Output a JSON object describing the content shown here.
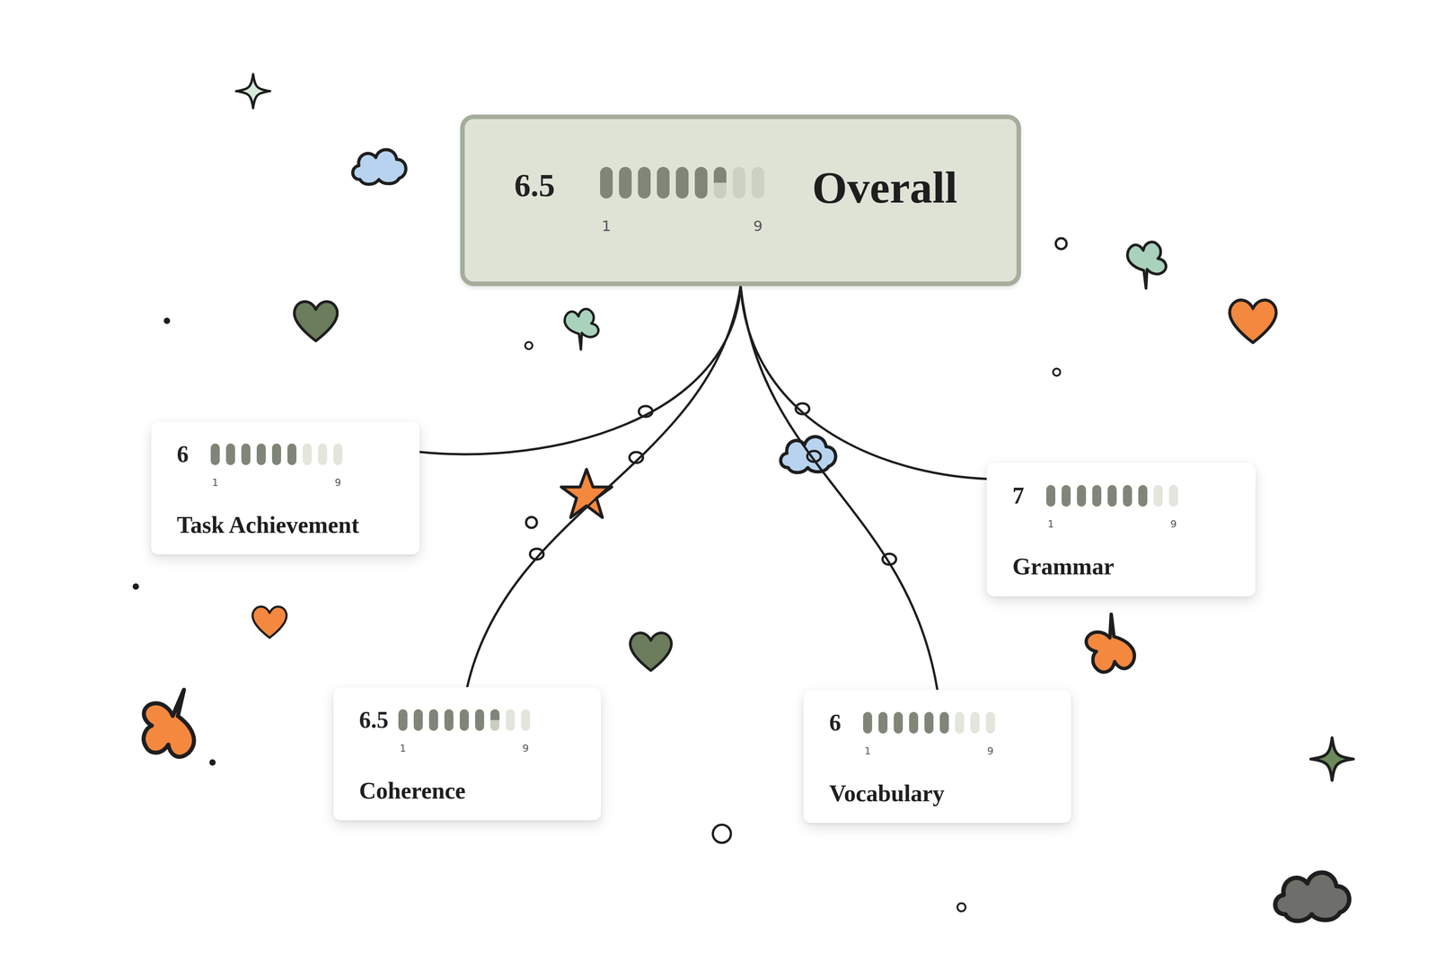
{
  "diagram": {
    "nodes": [
      {
        "text": [
          "6.5",
          "1",
          "9",
          "Overall"
        ]
      },
      {
        "text": [
          "6",
          "1",
          "9",
          "Task Achievement"
        ]
      },
      {
        "text": [
          "7",
          "1",
          "9",
          "Grammar"
        ]
      },
      {
        "text": [
          "6.5",
          "1",
          "9",
          "Coherence"
        ]
      },
      {
        "text": [
          "6",
          "1",
          "9",
          "Vocabulary"
        ]
      }
    ],
    "edges": [
      {
        "from": 0,
        "to": 1,
        "arrow": "none"
      },
      {
        "from": 0,
        "to": 2,
        "arrow": "none"
      },
      {
        "from": 0,
        "to": 3,
        "arrow": "none"
      },
      {
        "from": 0,
        "to": 4,
        "arrow": "none"
      }
    ]
  }
}
